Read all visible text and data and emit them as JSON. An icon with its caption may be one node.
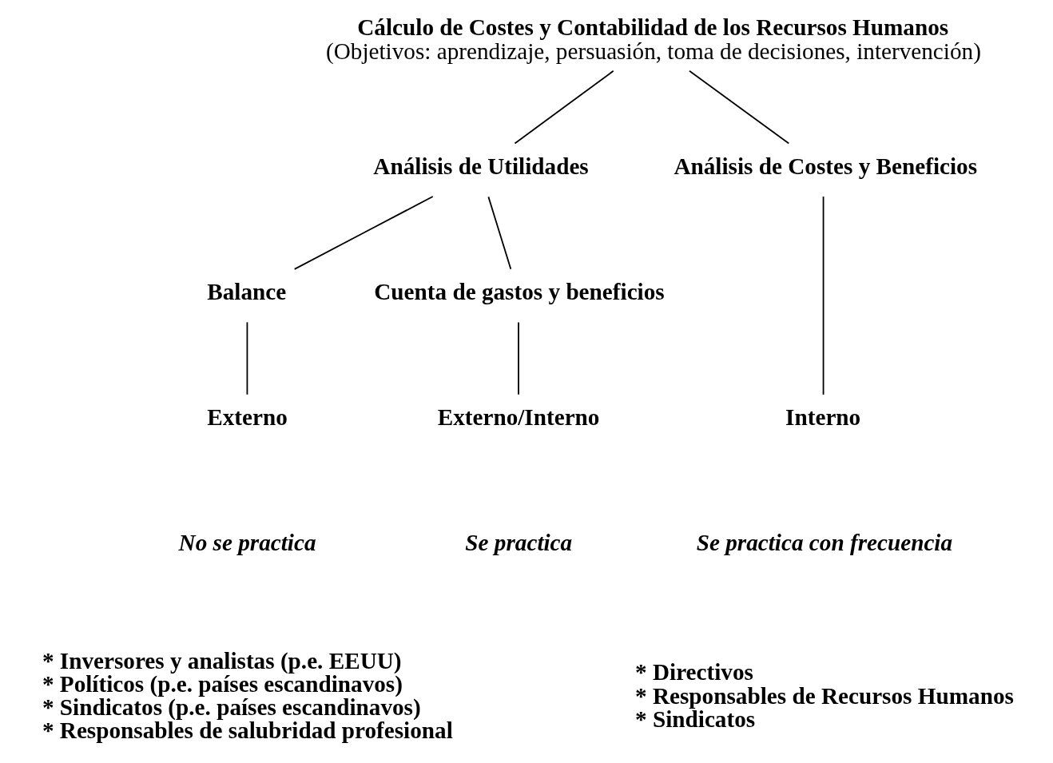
{
  "diagram": {
    "nodes": [
      {
        "text": [
          "Cálculo de Costes y Contabilidad de los Recursos Humanos",
          "(Objetivos: aprendizaje, persuasión, toma de decisiones, intervención)"
        ]
      },
      {
        "text": [
          "Análisis de Utilidades"
        ]
      },
      {
        "text": [
          "Análisis de Costes y Beneficios"
        ]
      },
      {
        "text": [
          "Balance"
        ]
      },
      {
        "text": [
          "Cuenta de gastos y beneficios"
        ]
      },
      {
        "text": [
          "Externo"
        ]
      },
      {
        "text": [
          "Externo/Interno"
        ]
      },
      {
        "text": [
          "Interno"
        ]
      }
    ],
    "edges": [
      {
        "from": 0,
        "to": 1,
        "arrow": "none"
      },
      {
        "from": 0,
        "to": 2,
        "arrow": "none"
      },
      {
        "from": 1,
        "to": 3,
        "arrow": "none"
      },
      {
        "from": 1,
        "to": 4,
        "arrow": "none"
      },
      {
        "from": 3,
        "to": 5,
        "arrow": "none"
      },
      {
        "from": 4,
        "to": 6,
        "arrow": "none"
      },
      {
        "from": 2,
        "to": 7,
        "arrow": "none"
      }
    ],
    "labels": [
      "No se practica",
      "Se practica",
      "Se practica con frecuencia",
      "* Inversores y analistas (p.e. EEUU)",
      "* Políticos (p.e. países escandinavos)",
      "* Sindicatos (p.e. países escandinavos)",
      "* Responsables de salubridad profesional",
      "* Directivos",
      "* Responsables de Recursos Humanos",
      "* Sindicatos"
    ]
  }
}
